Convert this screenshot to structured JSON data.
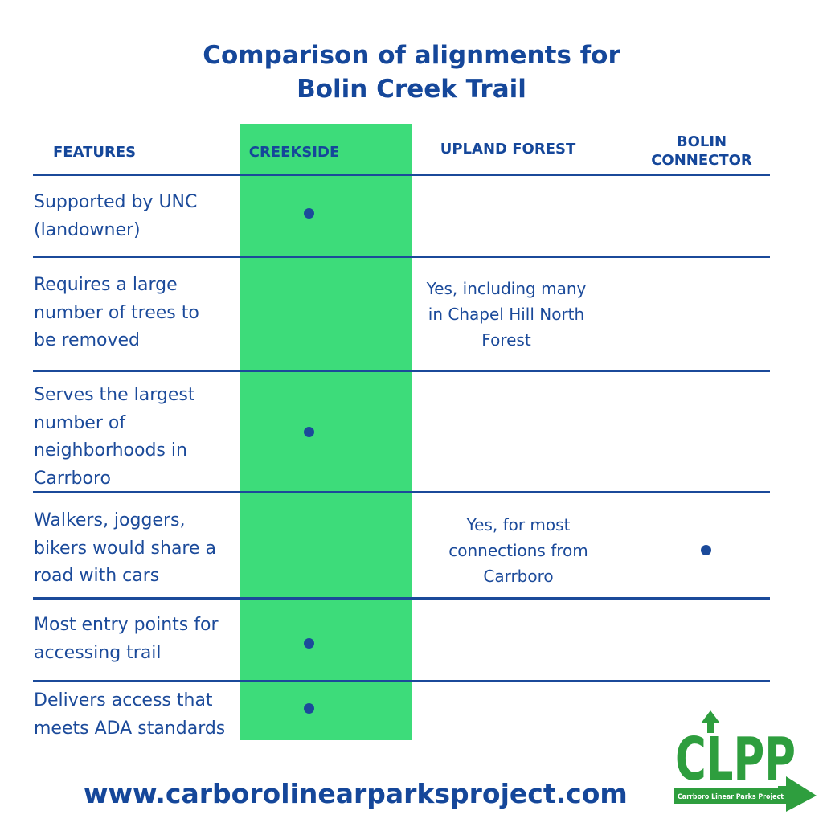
{
  "title": {
    "line1": "Comparison of alignments for",
    "line2": "Bolin Creek Trail"
  },
  "columns": {
    "features": "FEATURES",
    "creekside": "CREEKSIDE",
    "upland_forest": "UPLAND FOREST",
    "bolin_connector_line1": "BOLIN",
    "bolin_connector_line2": "CONNECTOR"
  },
  "rows": [
    {
      "feature": "Supported by UNC (landowner)",
      "creekside": true,
      "upland_forest": "",
      "bolin_connector": false
    },
    {
      "feature": "Requires a large number of trees to be removed",
      "creekside": false,
      "upland_forest": "Yes, including many in Chapel Hill North Forest",
      "bolin_connector": false
    },
    {
      "feature": "Serves the largest number of neighborhoods in Carrboro",
      "creekside": true,
      "upland_forest": "",
      "bolin_connector": false
    },
    {
      "feature": "Walkers, joggers, bikers would share a road with cars",
      "creekside": false,
      "upland_forest": "Yes, for most connections from Carrboro",
      "bolin_connector": true
    },
    {
      "feature": "Most entry points for accessing trail",
      "creekside": true,
      "upland_forest": "",
      "bolin_connector": false
    },
    {
      "feature": "Delivers access that meets ADA standards",
      "creekside": true,
      "upland_forest": "",
      "bolin_connector": false
    }
  ],
  "footer": {
    "url": "www.carborolinearparksproject.com"
  },
  "logo": {
    "letters": "CLPP",
    "tagline": "Carrboro Linear Parks Project"
  },
  "colors": {
    "navy": "#15479a",
    "green_band": "#3ddc7a",
    "logo_green": "#2e9e3e"
  }
}
